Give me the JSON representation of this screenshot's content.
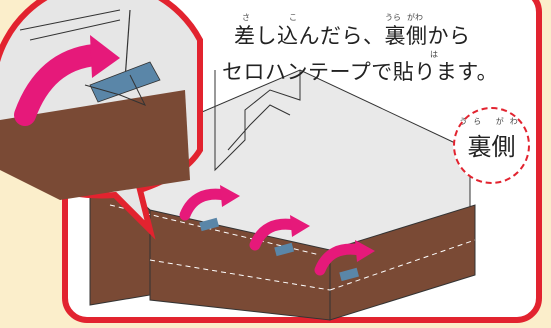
{
  "instruction": {
    "line1": "差し込んだら、裏側から",
    "line2": "セロハンテープで貼ります。",
    "ruby": {
      "sa": "さ",
      "ko": "こ",
      "ura": "うら",
      "gawa": "がわ",
      "ha": "は"
    }
  },
  "badge": {
    "label": "裏側",
    "ruby": "うら がわ"
  },
  "colors": {
    "frame": "#e2232f",
    "background": "#fbeecb",
    "box_brown": "#7a4a35",
    "arrow": "#e6197a",
    "tape": "#5a86a8",
    "interior": "#e9e9e9"
  },
  "icons": [
    "arrow-icon",
    "tape-icon",
    "magnifier-bubble"
  ]
}
